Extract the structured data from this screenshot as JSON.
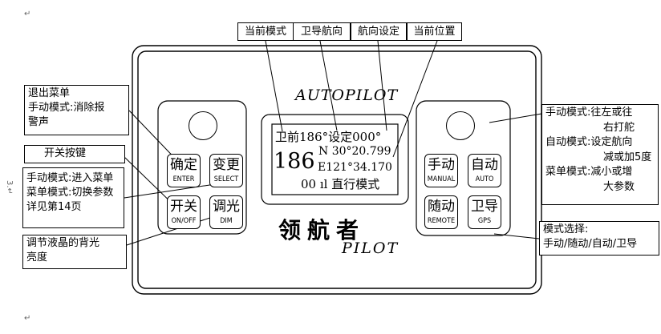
{
  "top_labels": [
    "当前模式",
    "卫导航向",
    "航向设定",
    "当前位置"
  ],
  "left_annotations": {
    "exit_menu": [
      "退出菜单",
      "手动模式:消除报",
      "警声"
    ],
    "power_key": [
      "开关按键"
    ],
    "enter_mode": [
      "手动模式:进入菜单",
      "菜单模式:切换参数",
      "详见第14页"
    ],
    "backlight": [
      "调节液晶的背光",
      "亮度"
    ]
  },
  "right_annotations": {
    "steer": [
      "手动模式:往左或往",
      "右打舵",
      "自动模式:设定航向",
      "减或加5度",
      "菜单模式:减小或增",
      "大参数"
    ],
    "mode_select": [
      "模式选择:",
      "手动/随动/自动/卫导"
    ]
  },
  "panel": {
    "brand_top": "AUTOPILOT",
    "brand_cn": "领航者",
    "brand_bottom": "PILOT"
  },
  "lcd": {
    "line1": "卫前186°设定000°",
    "heading": "186",
    "lat": "N 30°20.799",
    "lon": "E121°34.170",
    "line4": "00 ıl 直行模式"
  },
  "keys": {
    "enter": {
      "cn": "确定",
      "en": "ENTER"
    },
    "select": {
      "cn": "变更",
      "en": "SELECT"
    },
    "onoff": {
      "cn": "开关",
      "en": "ON/OFF"
    },
    "dim": {
      "cn": "调光",
      "en": "DIM"
    },
    "manual": {
      "cn": "手动",
      "en": "MANUAL"
    },
    "auto": {
      "cn": "自动",
      "en": "AUTO"
    },
    "remote": {
      "cn": "随动",
      "en": "REMOTE"
    },
    "gps": {
      "cn": "卫导",
      "en": "GPS"
    }
  },
  "margin_marks": [
    "↵",
    "↵",
    "3.↵"
  ]
}
